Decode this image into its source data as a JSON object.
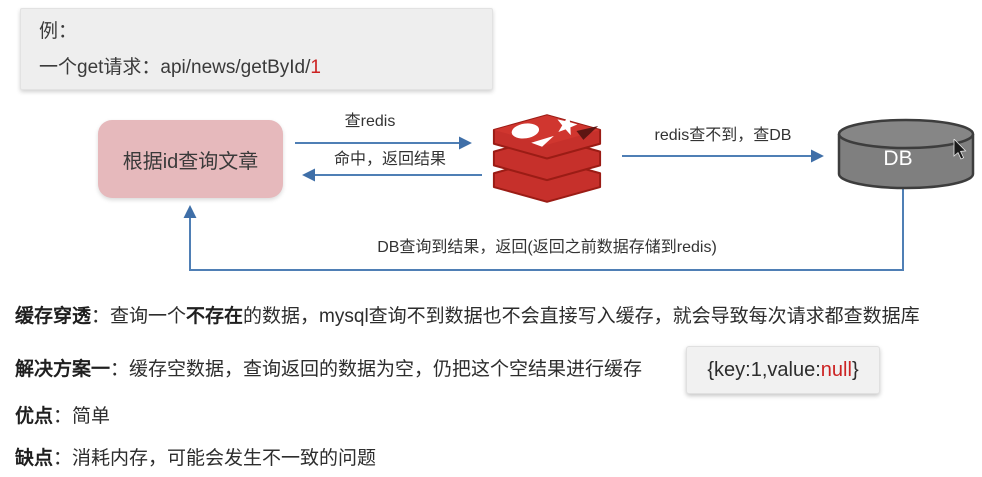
{
  "example": {
    "title": "例：",
    "request_prefix": "一个get请求：api/news/getById/",
    "request_id": "1"
  },
  "diagram": {
    "query_node": "根据id查询文章",
    "redis_icon": "redis-logo",
    "db_label": "DB",
    "arrow_query_redis": "查redis",
    "arrow_hit_return": "命中，返回结果",
    "arrow_redis_miss": "redis查不到，查DB",
    "arrow_db_return": "DB查询到结果，返回(返回之前数据存储到redis)"
  },
  "notes": {
    "penetration": {
      "term": "缓存穿透",
      "mid": "：查询一个",
      "emph": "不存在",
      "rest": "的数据，mysql查询不到数据也不会直接写入缓存，就会导致每次请求都查数据库"
    },
    "solution": {
      "term": "解决方案一",
      "rest": "：缓存空数据，查询返回的数据为空，仍把这个空结果进行缓存"
    },
    "pros": {
      "term": "优点",
      "rest": "：简单"
    },
    "cons": {
      "term": "缺点",
      "rest": "：消耗内存，可能会发生不一致的问题"
    },
    "kv_box": {
      "prefix": "{key:1,value:",
      "null_value": "null",
      "suffix": "}"
    }
  },
  "colors": {
    "accent_red": "#cc2222",
    "arrow_blue": "#4f7fb5",
    "pink_node": "#e6b9bc",
    "redis_red": "#c6302b",
    "db_gray": "#7f7f7f",
    "example_bg": "#eeeeee"
  }
}
